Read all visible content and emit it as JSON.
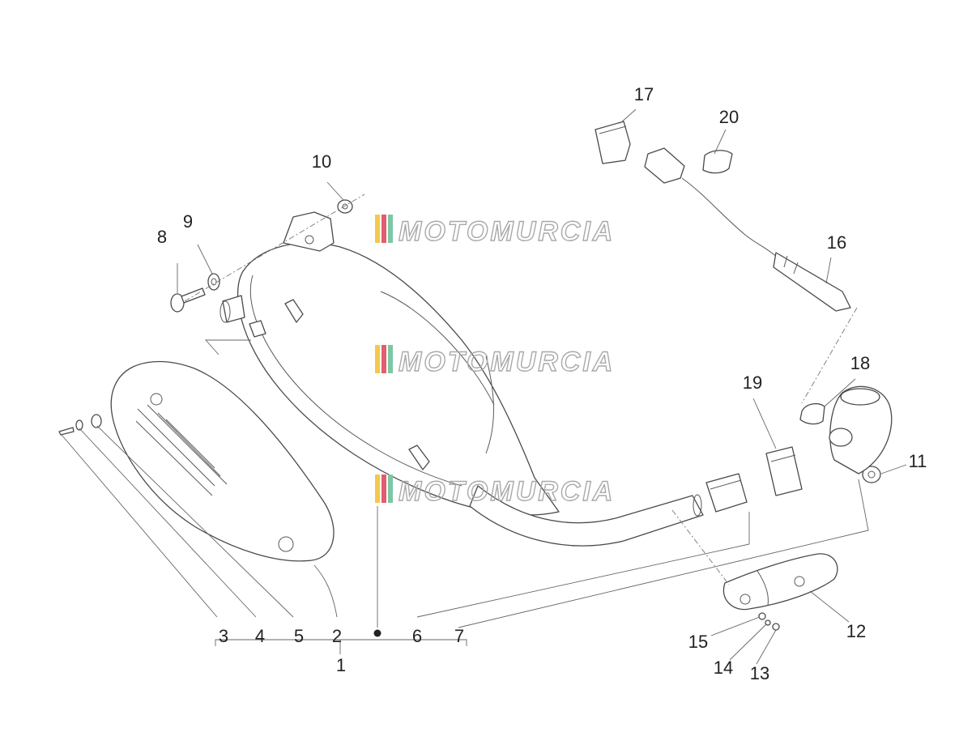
{
  "callouts": {
    "c1": "1",
    "c2": "2",
    "c3": "3",
    "c4": "4",
    "c5": "5",
    "c6": "6",
    "c7": "7",
    "c8": "8",
    "c9": "9",
    "c10": "10",
    "c11": "11",
    "c12": "12",
    "c13": "13",
    "c14": "14",
    "c15": "15",
    "c16": "16",
    "c17": "17",
    "c18": "18",
    "c19": "19",
    "c20": "20"
  },
  "watermark": {
    "text": "MOTOMURCIA",
    "colors": [
      "#f2c94c",
      "#e35d6a",
      "#7fc6a4"
    ]
  },
  "colors": {
    "line": "#4a4a4a",
    "text": "#222222"
  }
}
